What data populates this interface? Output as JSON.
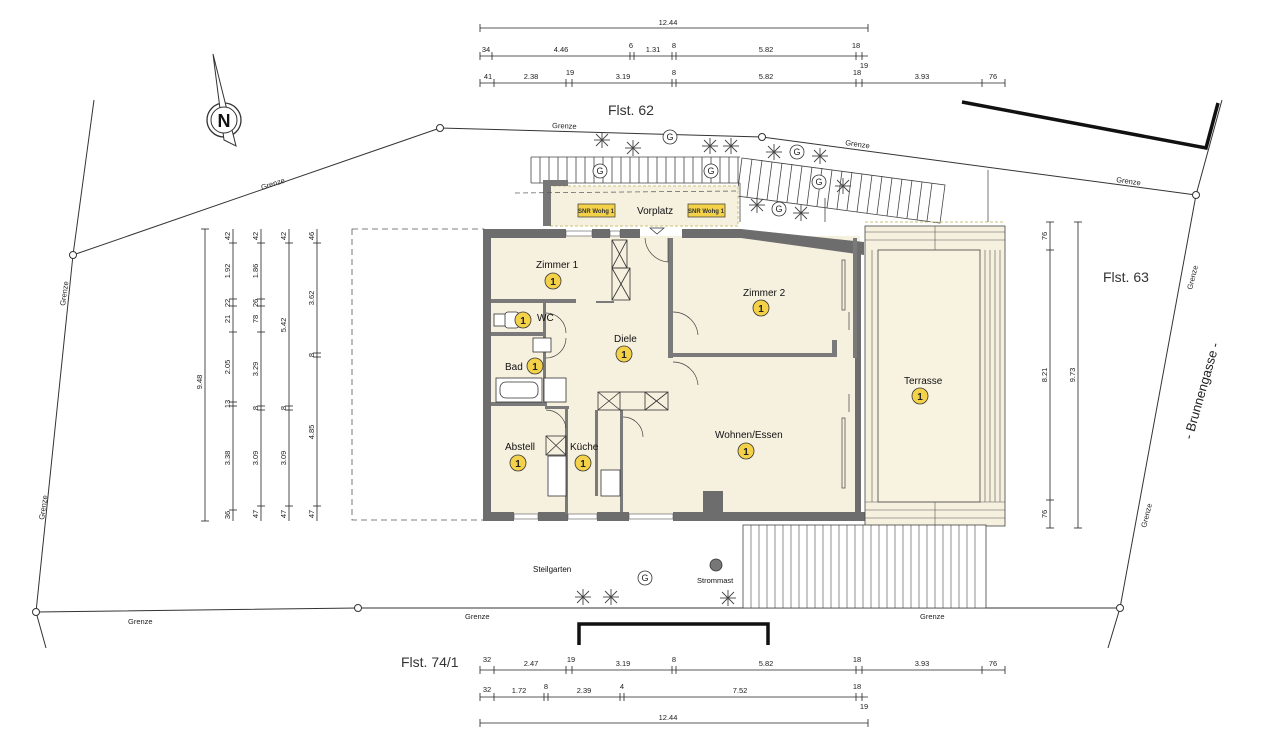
{
  "rooms": [
    {
      "key": "zimmer1",
      "label": "Zimmer 1",
      "badge": "1"
    },
    {
      "key": "wc",
      "label": "WC",
      "badge": "1"
    },
    {
      "key": "bad",
      "label": "Bad",
      "badge": "1"
    },
    {
      "key": "abstell",
      "label": "Abstell",
      "badge": "1"
    },
    {
      "key": "kueche",
      "label": "Küche",
      "badge": "1"
    },
    {
      "key": "diele",
      "label": "Diele",
      "badge": "1"
    },
    {
      "key": "zimmer2",
      "label": "Zimmer 2",
      "badge": "1"
    },
    {
      "key": "wohnen",
      "label": "Wohnen/Essen",
      "badge": "1"
    },
    {
      "key": "terrasse",
      "label": "Terrasse",
      "badge": "1"
    }
  ],
  "vorplatz": "Vorplatz",
  "snr_labels": [
    "SNR Wohg 1",
    "SNR Wohg 1"
  ],
  "plots": {
    "north": "Flst. 62",
    "east": "Flst. 63",
    "south": "Flst. 74/1"
  },
  "street": "- Brunnengasse -",
  "compass": "N",
  "boundary_label": "Grenze",
  "garden_label": "Steilgarten",
  "pole_label": "Strommast",
  "tree_symbol": "G",
  "dims": {
    "top_total": "12.44",
    "top_row1": [
      "34",
      "4.46",
      "6",
      "1.31",
      "8",
      "5.82",
      "18",
      "19"
    ],
    "top_row2": [
      "41",
      "2.38",
      "19",
      "3.19",
      "8",
      "5.82",
      "18",
      "3.93",
      "76"
    ],
    "bottom_row1": [
      "32",
      "2.47",
      "19",
      "3.19",
      "8",
      "5.82",
      "18",
      "3.93",
      "76"
    ],
    "bottom_row2": [
      "32",
      "1.72",
      "8",
      "2.39",
      "4",
      "7.52",
      "18",
      "19"
    ],
    "bottom_total": "12.44",
    "left_total": "9.48",
    "left_c1": [
      "42",
      "1.92",
      "22",
      "21",
      "2.05",
      "13",
      "3.38"
    ],
    "left_c2": [
      "42",
      "1.86",
      "26",
      "78",
      "3.29",
      "8",
      "3.09",
      "47"
    ],
    "left_c3": [
      "42",
      "5.42",
      "8",
      "3.09",
      "47"
    ],
    "left_c4": [
      "46",
      "3.62",
      "8",
      "4.85",
      "47"
    ],
    "left_bottom": "36",
    "right_inner": [
      "76",
      "8.21",
      "76"
    ],
    "right_outer": "9.73"
  }
}
